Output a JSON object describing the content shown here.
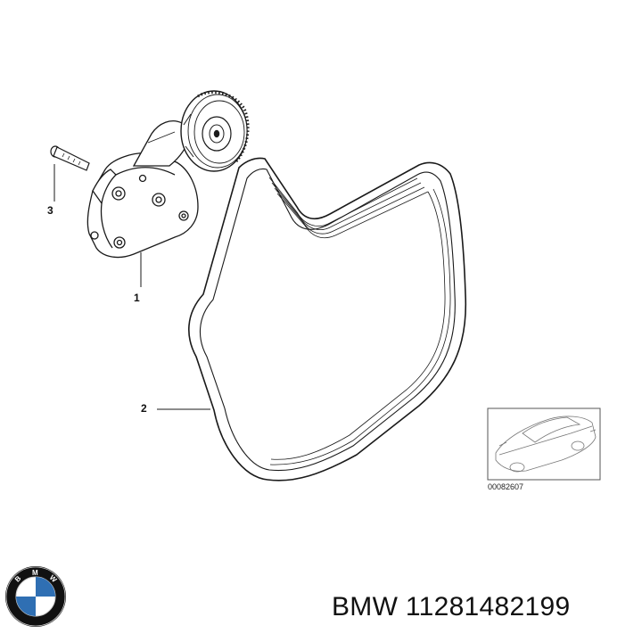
{
  "callouts": {
    "tensioner": "1",
    "belt": "2",
    "bolt": "3"
  },
  "inset": {
    "reference_code": "00082607"
  },
  "footer": {
    "part_label": "BMW 11281482199",
    "logo_letters": [
      "B",
      "M",
      "W"
    ]
  },
  "colors": {
    "line": "#1a1a1a",
    "logo_blue": "#2f6fb3",
    "logo_ring": "#111111"
  }
}
